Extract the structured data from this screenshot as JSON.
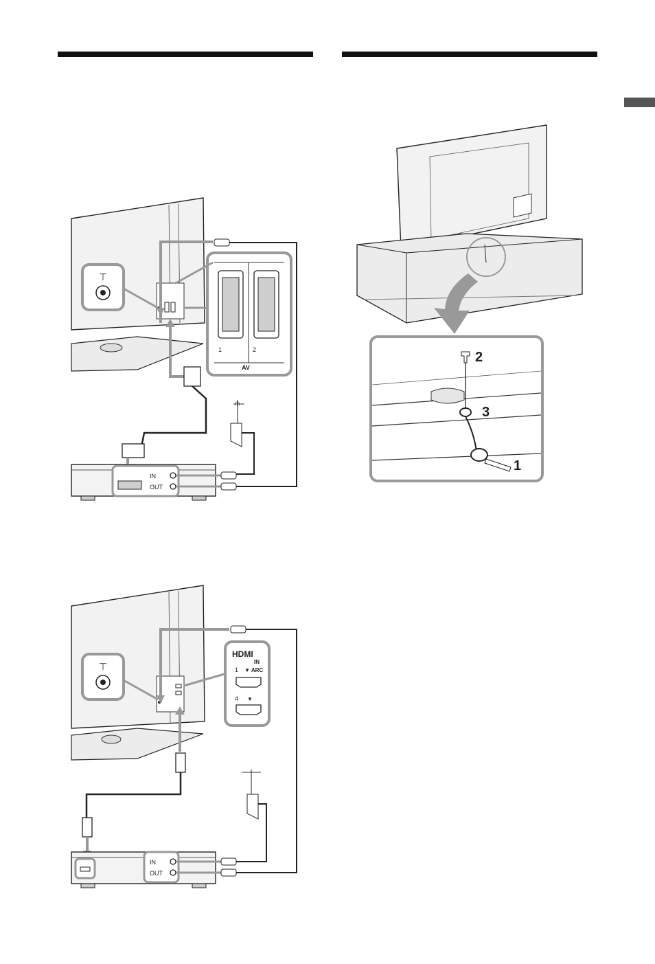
{
  "diagram_scart": {
    "antenna_symbol": "⊤",
    "av_port_1": "1",
    "av_port_2": "2",
    "av_label": "AV",
    "recorder_in": "IN",
    "recorder_out": "OUT"
  },
  "diagram_hdmi": {
    "antenna_symbol": "⊤",
    "hdmi_logo": "HDMI",
    "hdmi_in": "IN",
    "hdmi_port_1": "1",
    "hdmi_arc": "▼ ARC",
    "hdmi_port_4": "4",
    "hdmi_port_4_arrow": "▼",
    "recorder_in": "IN",
    "recorder_out": "OUT"
  },
  "diagram_fix": {
    "step_1": "1",
    "step_2": "2",
    "step_3": "3"
  }
}
